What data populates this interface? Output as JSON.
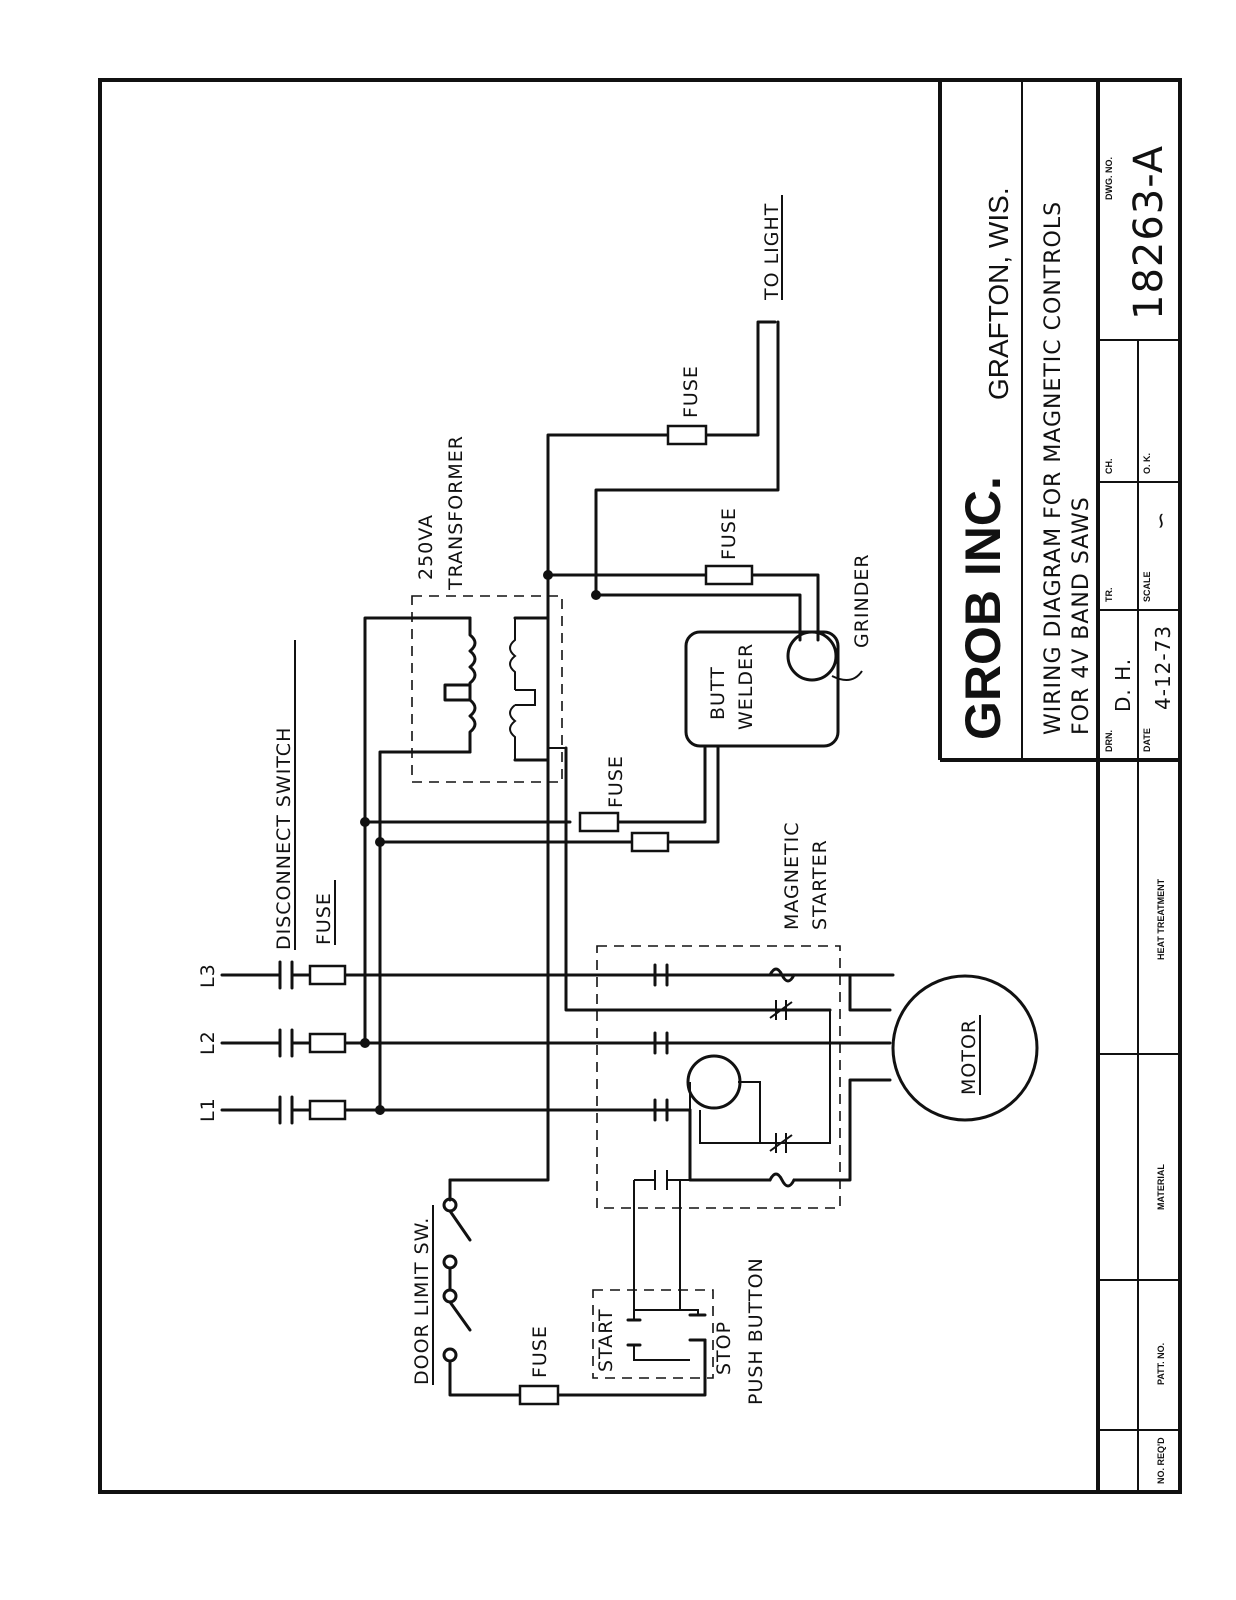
{
  "title_block": {
    "company": "GROB INC.",
    "location": "GRAFTON, WIS.",
    "title_line1": "WIRING DIAGRAM FOR MAGNETIC CONTROLS",
    "title_line2": "FOR 4V BAND SAWS",
    "drn_label": "DRN.",
    "drn_value": "D. H.",
    "tr_label": "TR.",
    "ch_label": "CH.",
    "date_label": "DATE",
    "date_value": "4-12-73",
    "scale_label": "SCALE",
    "scale_value": "∽",
    "ok_label": "O. K.",
    "dwg_label": "DWG. NO.",
    "dwg_value": "18263-A",
    "col_no_reqd": "NO. REQ'D",
    "col_patt_no": "PATT. NO.",
    "col_material": "MATERIAL",
    "col_heat_treatment": "HEAT TREATMENT"
  },
  "diagram": {
    "line_l1": "L1",
    "line_l2": "L2",
    "line_l3": "L3",
    "disconnect_switch": "DISCONNECT SWITCH",
    "fuse_main": "FUSE",
    "transformer_rating": "250VA",
    "transformer": "TRANSFORMER",
    "fuse_light": "FUSE",
    "to_light": "TO LIGHT",
    "fuse_grinder": "FUSE",
    "grinder": "GRINDER",
    "butt": "BUTT",
    "welder": "WELDER",
    "fuse_welder": "FUSE",
    "magnetic": "MAGNETIC",
    "starter": "STARTER",
    "motor": "MOTOR",
    "door_limit_sw": "DOOR LIMIT SW.",
    "fuse_control": "FUSE",
    "start": "START",
    "stop": "STOP",
    "push_button": "PUSH BUTTON"
  }
}
